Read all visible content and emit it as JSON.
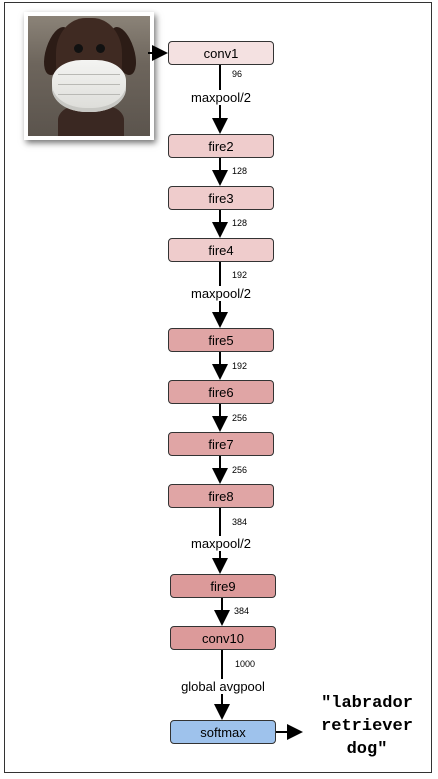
{
  "photo": {
    "subject": "labrador retriever dog wearing a face mask"
  },
  "layers": [
    {
      "id": "conv1",
      "label": "conv1",
      "color": "#f4e1e1"
    },
    {
      "id": "fire2",
      "label": "fire2",
      "color": "#efcccc"
    },
    {
      "id": "fire3",
      "label": "fire3",
      "color": "#efcccc"
    },
    {
      "id": "fire4",
      "label": "fire4",
      "color": "#efcccc"
    },
    {
      "id": "fire5",
      "label": "fire5",
      "color": "#e0a5a5"
    },
    {
      "id": "fire6",
      "label": "fire6",
      "color": "#e0a5a5"
    },
    {
      "id": "fire7",
      "label": "fire7",
      "color": "#e0a5a5"
    },
    {
      "id": "fire8",
      "label": "fire8",
      "color": "#e0a5a5"
    },
    {
      "id": "fire9",
      "label": "fire9",
      "color": "#dc9a9a"
    },
    {
      "id": "conv10",
      "label": "conv10",
      "color": "#dc9a9a"
    },
    {
      "id": "softmax",
      "label": "softmax",
      "color": "#9ec2ec"
    }
  ],
  "channels": [
    "96",
    "128",
    "128",
    "192",
    "192",
    "256",
    "256",
    "384",
    "384",
    "1000"
  ],
  "ops": [
    "maxpool/2",
    "maxpool/2",
    "maxpool/2",
    "global avgpool"
  ],
  "result": {
    "line1": "\"labrador",
    "line2": "retriever",
    "line3": "dog\""
  }
}
